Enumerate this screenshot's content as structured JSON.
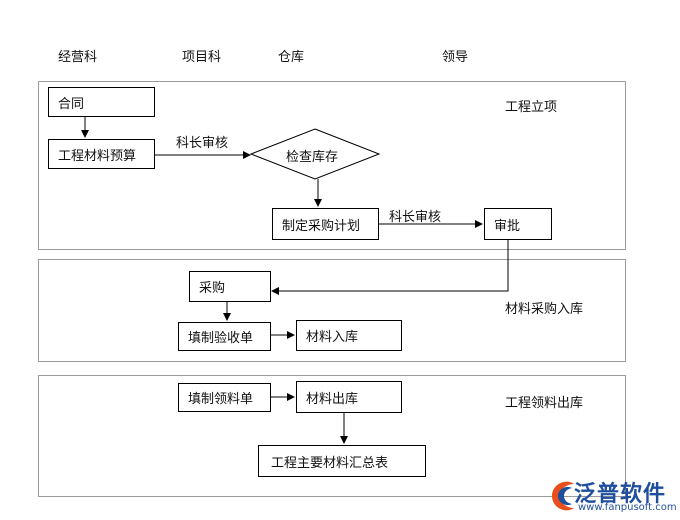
{
  "columns": [
    "经营科",
    "项目科",
    "仓库",
    "领导"
  ],
  "sections": [
    {
      "label": "工程立项"
    },
    {
      "label": "材料采购入库"
    },
    {
      "label": "工程领料出库"
    }
  ],
  "nodes": {
    "contract": "合同",
    "budget": "工程材料预算",
    "check_stock": "检查库存",
    "purchase_plan": "制定采购计划",
    "approve": "审批",
    "purchase": "采购",
    "fill_acceptance": "填制验收单",
    "material_in": "材料入库",
    "fill_requisition": "填制领料单",
    "material_out": "材料出库",
    "summary_table": "工程主要材料汇总表"
  },
  "edge_labels": {
    "budget_to_check": "科长审核",
    "plan_to_approve": "科长审核"
  },
  "logo": {
    "text": "泛普软件",
    "url": "www.fanpusoft.com",
    "color": "#1f4f9c",
    "accent": "#e94f1d"
  }
}
